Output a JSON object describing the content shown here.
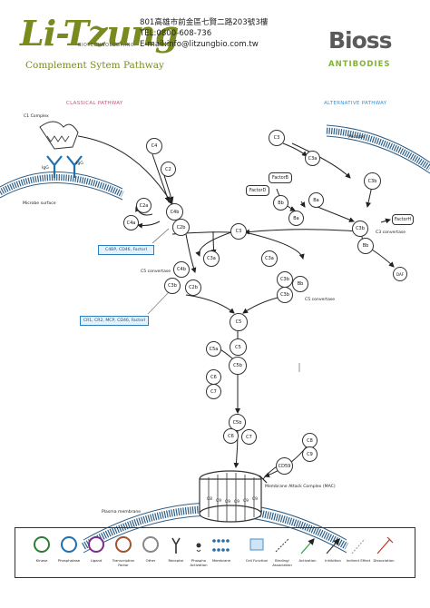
{
  "header": {
    "logo_text": "Li-Tzung",
    "logo_sub": "BIOTECHNOLOGY,INC.",
    "address_lines": [
      "801高雄市前金區七賢二路203號3樓",
      "TEL:0800-608-736",
      "E-mail:info@litzungbio.com.tw"
    ],
    "subtitle": "Complement Sytem Pathway",
    "brand": "Bioss",
    "brand_sub": "ANTIBODIES"
  },
  "pathways": {
    "classical": "CLASSICAL PATHWAY",
    "alternative": "ALTERNATIVE PATHWAY"
  },
  "labels": {
    "c1_complex": "C1 Complex",
    "igg1": "IgG",
    "igg2": "IgG",
    "microbe_surface": "Microbe surface",
    "microbe": "Microbe",
    "c3_convertase": "C3 convertase",
    "c5_convertase_left": "C5 convertase",
    "c5_convertase_right": "C5 convertase",
    "mac": "Membrane Attack Complex (MAC)",
    "plasma_membrane": "Plasma membrane",
    "box1": "C4BP, CD46, FactorI",
    "box2": "CR1, CR2, MCP, CD46, FactorI"
  },
  "nodes": {
    "c4": "C4",
    "c2": "C2",
    "c2a": "C2a",
    "c4a": "C4a",
    "c4b": "C4b",
    "c2b": "C2b",
    "c3_mid": "C3",
    "c3a_left": "C3a",
    "c3a_right": "C3a",
    "c5conv_c4b": "C4b",
    "c5conv_c3b": "C3b",
    "c5conv_c2b": "C2b",
    "bb_right": "Bb",
    "c3b_right": "C3b",
    "c5": "C5",
    "c5a": "C5a",
    "c6": "C6",
    "c5b": "C5b",
    "c7": "C7",
    "c6_left": "C6",
    "c8": "C8",
    "c9": "C9",
    "cd59": "CD59",
    "alt_c3": "C3",
    "alt_c3a": "C3a",
    "alt_c3b": "C3b",
    "factor_b": "FactorB",
    "factor_d": "FactorD",
    "bb": "Bb",
    "ba": "Ba",
    "c3b_micro": "C3b",
    "factor_h": "FactorH",
    "conv_c3b": "C3b",
    "conv_bb": "Bb",
    "daf": "DAF",
    "mac_parts": [
      "C8",
      "C9",
      "C9",
      "C9",
      "C9",
      "C9"
    ]
  },
  "legend": [
    {
      "label": "Kinase",
      "color": "#2e7d32",
      "icon": "circle-icon"
    },
    {
      "label": "Phosphatase",
      "color": "#1f6fb2",
      "icon": "circle-icon"
    },
    {
      "label": "Ligand",
      "color": "#7b2d8e",
      "icon": "circle-icon"
    },
    {
      "label": "Transcription Factor",
      "color": "#a0522d",
      "icon": "circle-icon"
    },
    {
      "label": "Other",
      "color": "#888888",
      "icon": "circle-icon"
    },
    {
      "label": "Receptor",
      "color": "#333333",
      "icon": "receptor-icon"
    },
    {
      "label": "Phospho Activation",
      "color": "#333333",
      "icon": "phospho-icon"
    },
    {
      "label": "Membrane",
      "color": "#2b6ca3",
      "icon": "membrane-icon"
    },
    {
      "label": "Cell Function",
      "color": "#9ecbe8",
      "icon": "cell-function-icon"
    },
    {
      "label": "Binding/ Association",
      "color": "#333333",
      "icon": "binding-icon"
    },
    {
      "label": "Activation",
      "color": "#2e9d3a",
      "icon": "activation-arrow-icon"
    },
    {
      "label": "Inhibition",
      "color": "#333333",
      "icon": "inhibition-arrow-icon"
    },
    {
      "label": "Indirect Effect",
      "color": "#9aa8b4",
      "icon": "indirect-arrow-icon"
    },
    {
      "label": "Dissociation",
      "color": "#c0392b",
      "icon": "dissociation-arrow-icon"
    }
  ],
  "colors": {
    "brand_green": "#7a8a1e",
    "classical_title": "#d94b7c",
    "alternative_title": "#3a8fd0",
    "membrane_blue": "#3a7cae"
  }
}
